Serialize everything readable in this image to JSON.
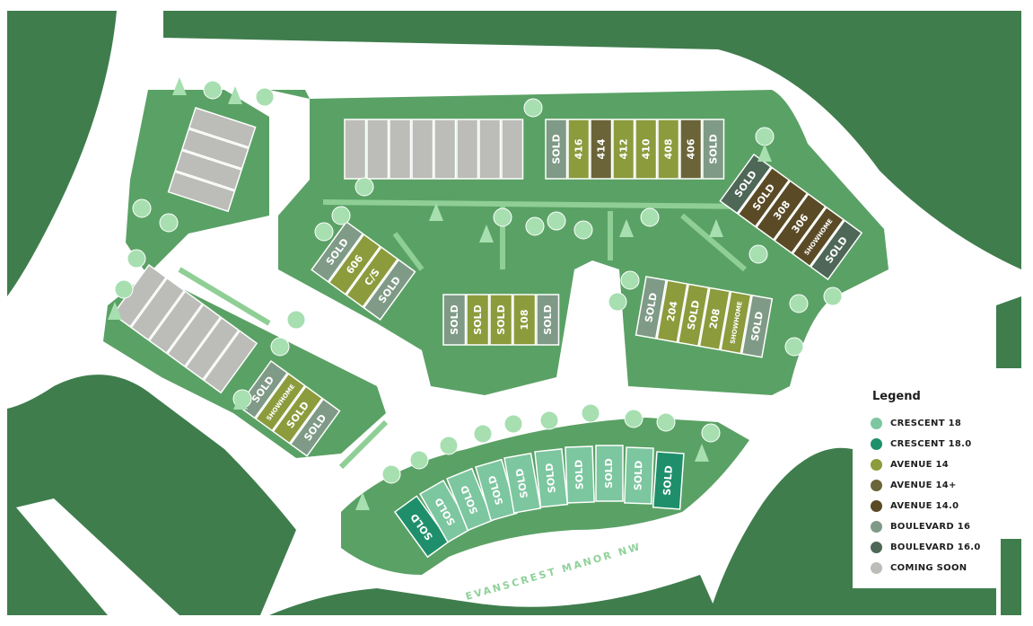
{
  "map": {
    "street_name": "EVANSCREST MANOR NW"
  },
  "colors": {
    "crescent18": "#7cc6a0",
    "crescent18_0": "#1f8f6b",
    "avenue14": "#8c9b3c",
    "avenue14plus": "#6b6438",
    "avenue14_0": "#5a4a26",
    "boulevard16": "#7f9a86",
    "boulevard16_0": "#4e6757",
    "coming_soon": "#bcbcb8",
    "dark_green": "#3f7d4d",
    "mid_green": "#5aa165",
    "road": "#ffffff"
  },
  "blocks": {
    "top_row": [
      "SOLD",
      "416",
      "414",
      "412",
      "410",
      "408",
      "406",
      "SOLD"
    ],
    "top_right": [
      "SOLD",
      "SOLD",
      "308",
      "306",
      "SHOWHOME",
      "SOLD"
    ],
    "mid_left": [
      "SOLD",
      "606",
      "C/S",
      "SOLD"
    ],
    "center": [
      "SOLD",
      "SOLD",
      "SOLD",
      "108",
      "SOLD"
    ],
    "right_mid": [
      "SOLD",
      "204",
      "SOLD",
      "208",
      "SHOWHOME",
      "SOLD"
    ],
    "lower_left": [
      "SOLD",
      "SHOWHOME",
      "SOLD",
      "SOLD"
    ],
    "crescent": [
      "SOLD",
      "SOLD",
      "SOLD",
      "SOLD",
      "SOLD",
      "SOLD",
      "SOLD",
      "SOLD",
      "SOLD",
      "SOLD"
    ]
  },
  "legend": {
    "title": "Legend",
    "items": [
      {
        "label": "CRESCENT 18",
        "color": "#7cc6a0"
      },
      {
        "label": "CRESCENT 18.0",
        "color": "#1f8f6b"
      },
      {
        "label": "AVENUE 14",
        "color": "#8c9b3c"
      },
      {
        "label": "AVENUE 14+",
        "color": "#6b6438"
      },
      {
        "label": "AVENUE 14.0",
        "color": "#5a4a26"
      },
      {
        "label": "BOULEVARD 16",
        "color": "#7f9a86"
      },
      {
        "label": "BOULEVARD 16.0",
        "color": "#4e6757"
      },
      {
        "label": "COMING SOON",
        "color": "#bcbcb8"
      }
    ]
  }
}
